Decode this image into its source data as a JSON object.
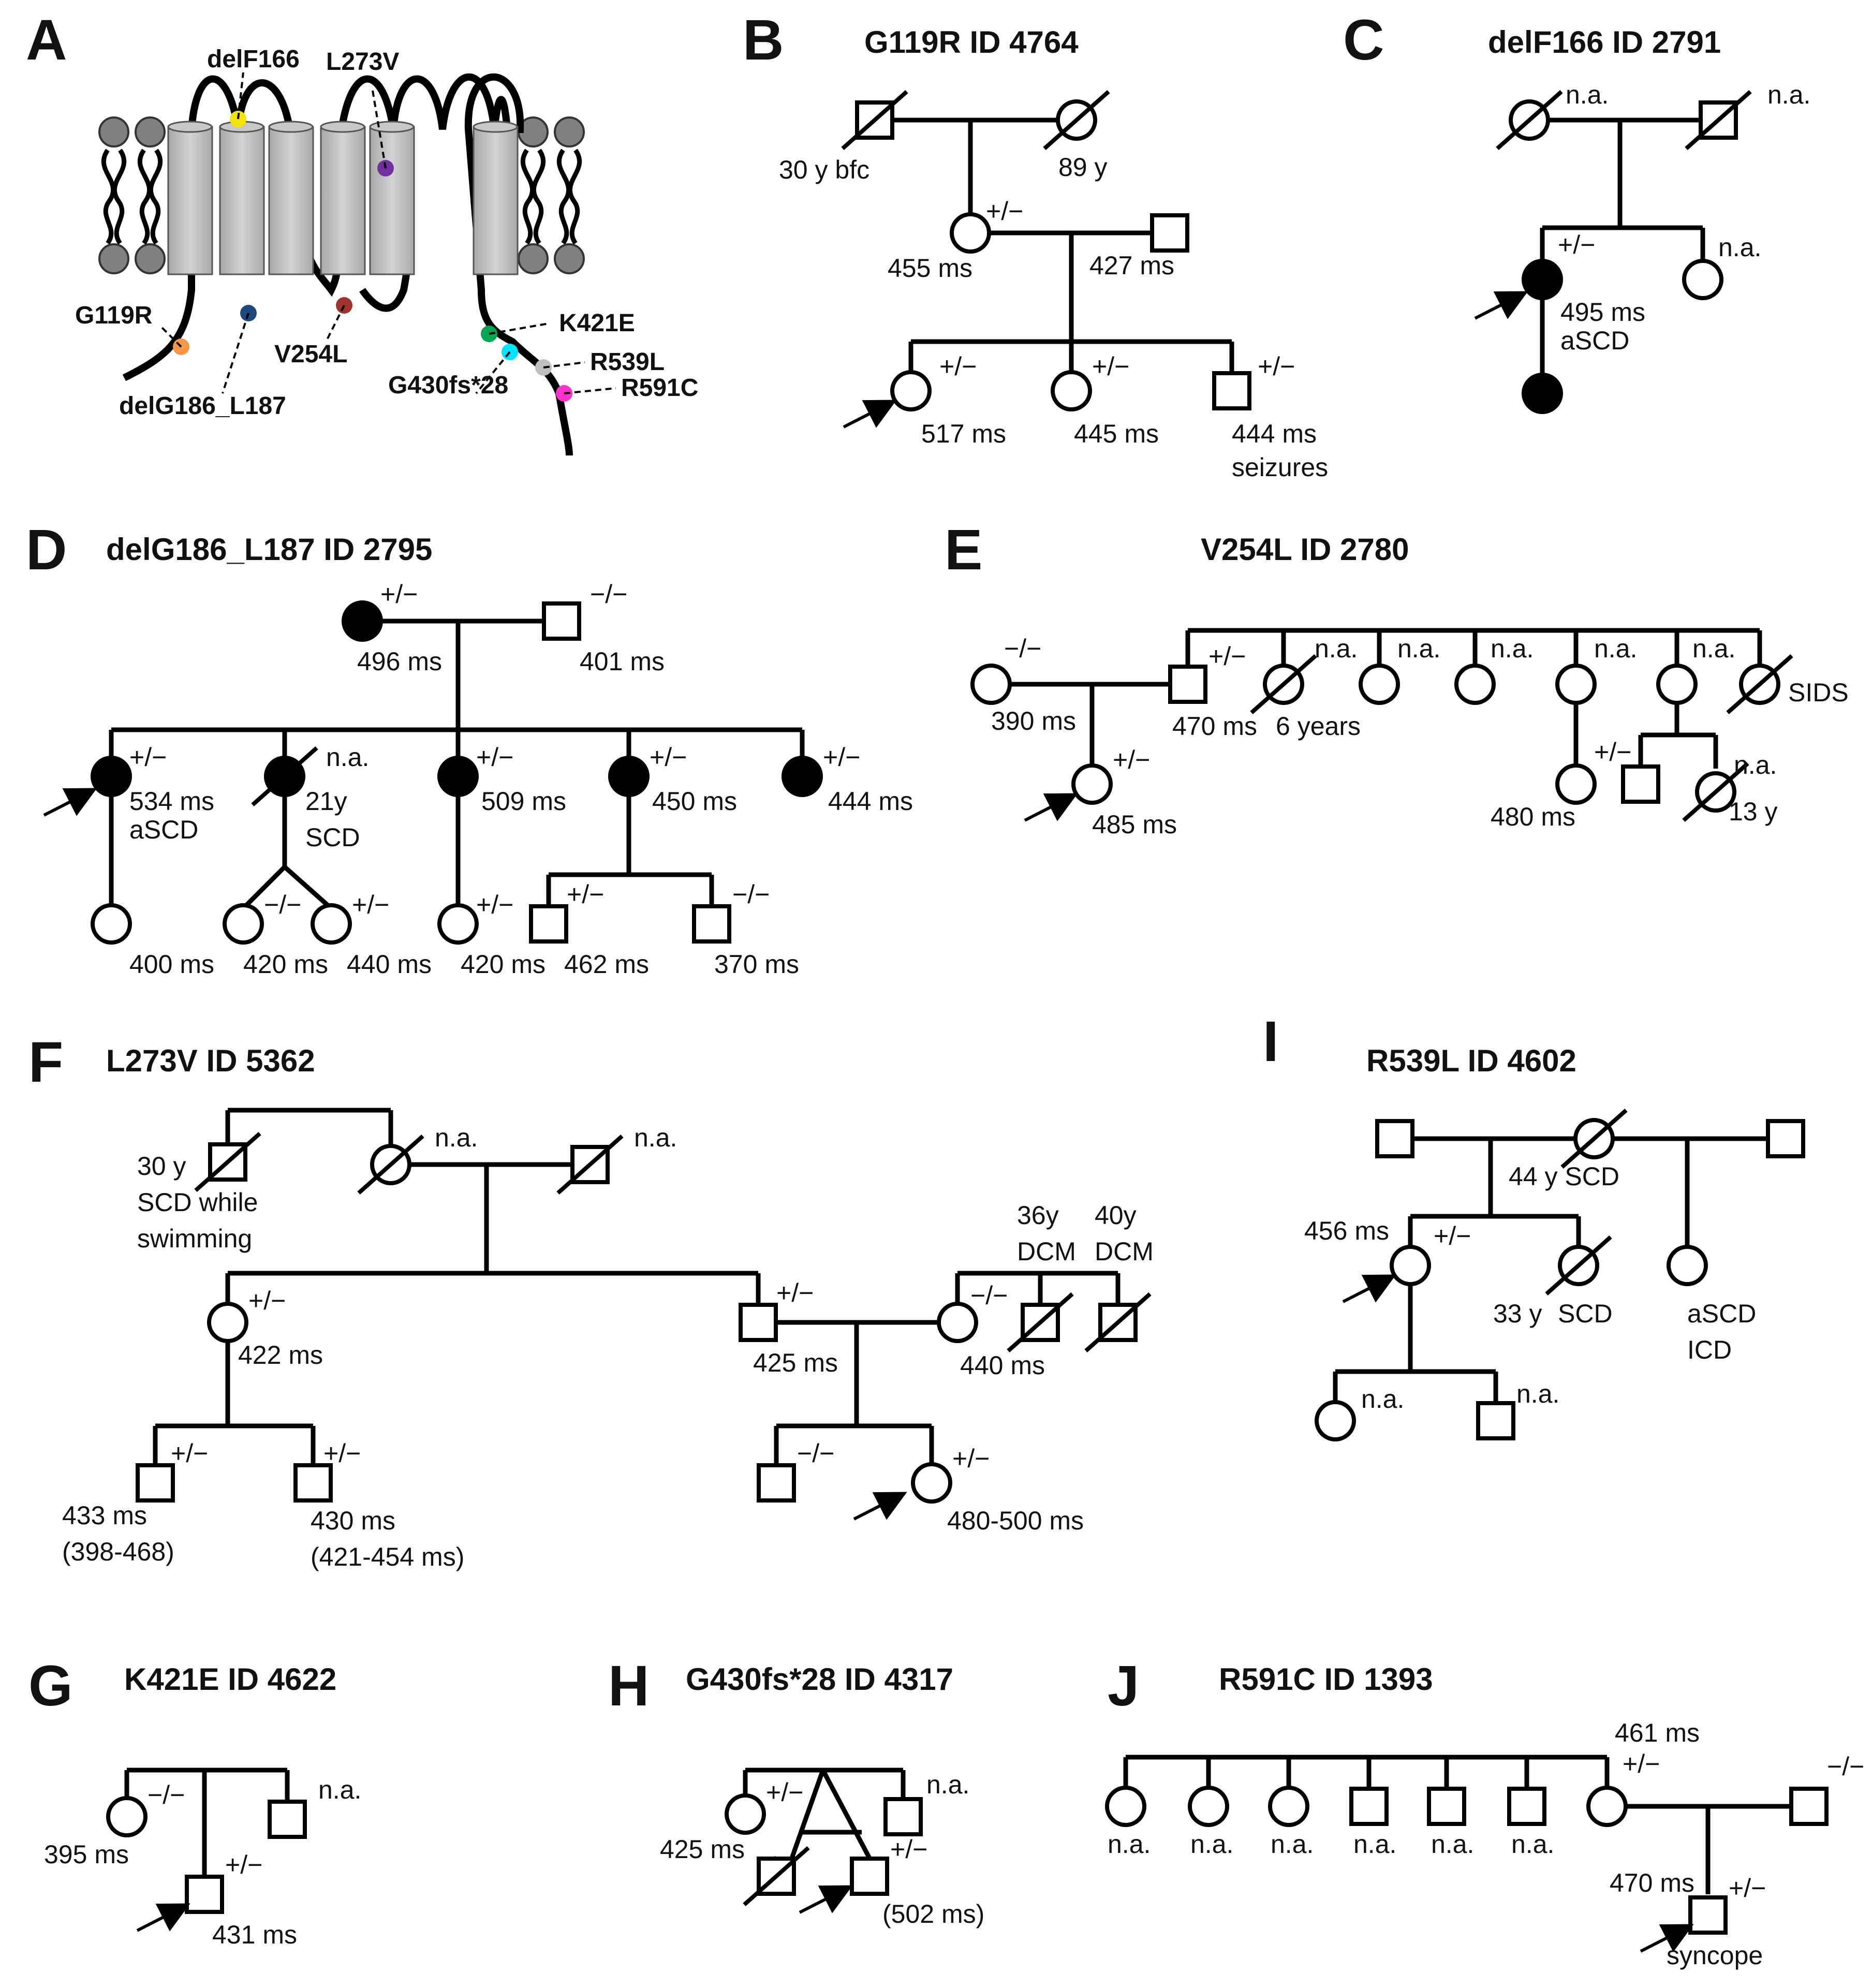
{
  "panels": {
    "A": {
      "letter": "A",
      "mutations": {
        "delF166": "delF166",
        "L273V": "L273V",
        "G119R": "G119R",
        "delG186_L187": "delG186_L187",
        "V254L": "V254L",
        "K421E": "K421E",
        "R539L": "R539L",
        "G430fs28": "G430fs*28",
        "R591C": "R591C"
      },
      "mutation_colors": {
        "delF166": "#f2e400",
        "L273V": "#7030a0",
        "G119R": "#f79646",
        "delG186_L187": "#1f497d",
        "V254L": "#a0332b",
        "K421E": "#00a651",
        "G430fs28": "#00e5ff",
        "R539L": "#bfbfbf",
        "R591C": "#ff33cc"
      }
    },
    "B": {
      "letter": "B",
      "title": "G119R ID 4764",
      "labels": {
        "gf": "30 y bfc",
        "gm": "89 y",
        "mother_g": "+/−",
        "mother": "455 ms",
        "father": "427 ms",
        "c1_g": "+/−",
        "c1": "517 ms",
        "c2_g": "+/−",
        "c2": "445 ms",
        "c3_g": "+/−",
        "c3": "444 ms",
        "c3b": "seizures"
      }
    },
    "C": {
      "letter": "C",
      "title": "delF166 ID 2791",
      "labels": {
        "gm": "n.a.",
        "gf": "n.a.",
        "p_g": "+/−",
        "p1": "495 ms",
        "p2": "aSCD",
        "sib": "n.a."
      }
    },
    "D": {
      "letter": "D",
      "title": "delG186_L187 ID 2795",
      "labels": {
        "gm_g": "+/−",
        "gm": "496 ms",
        "gf_g": "−/−",
        "gf": "401 ms",
        "c1_g": "+/−",
        "c1a": "534 ms",
        "c1b": "aSCD",
        "c2_g": "n.a.",
        "c2a": "21y",
        "c2b": "SCD",
        "c3_g": "+/−",
        "c3": "509 ms",
        "c4_g": "+/−",
        "c4": "450 ms",
        "c5_g": "+/−",
        "c5": "444 ms",
        "g1": "400 ms",
        "g2_g": "−/−",
        "g2": "420 ms",
        "g3_g": "+/−",
        "g3": "440 ms",
        "g4_g": "+/−",
        "g4": "420 ms",
        "g5_g": "+/−",
        "g5": "462 ms",
        "g6_g": "−/−",
        "g6": "370 ms"
      }
    },
    "E": {
      "letter": "E",
      "title": "V254L  ID 2780",
      "labels": {
        "mother_g": "−/−",
        "mother": "390 ms",
        "father_g": "+/−",
        "father": "470 ms",
        "proband_g": "+/−",
        "proband": "485 ms",
        "s1_g": "n.a.",
        "s1": "6 years",
        "s2_g": "n.a.",
        "s3_g": "n.a.",
        "s4_g": "n.a.",
        "s5_g": "n.a.",
        "s6": "SIDS",
        "n1_g": "+/−",
        "n1": "480 ms",
        "n3_g": "n.a.",
        "n3": "13 y"
      }
    },
    "F": {
      "letter": "F",
      "title": "L273V ID 5362",
      "labels": {
        "ggf1": "30 y",
        "ggf2": "SCD while",
        "ggf3": "swimming",
        "gm_g": "n.a.",
        "gf_g": "n.a.",
        "a_g": "+/−",
        "a": "422 ms",
        "f_g": "+/−",
        "f": "425 ms",
        "m_g": "−/−",
        "m": "440 ms",
        "u1a": "36y",
        "u1b": "DCM",
        "u2a": "40y",
        "u2b": "DCM",
        "k1_g": "+/−",
        "k1a": "433 ms",
        "k1b": "(398-468)",
        "k2_g": "+/−",
        "k2a": "430 ms",
        "k2b": "(421-454 ms)",
        "s_g": "−/−",
        "p_g": "+/−",
        "p": "480-500 ms"
      }
    },
    "G": {
      "letter": "G",
      "title": "K421E ID 4622",
      "labels": {
        "m_g": "−/−",
        "m": "395 ms",
        "u": "n.a.",
        "p_g": "+/−",
        "p": "431 ms"
      }
    },
    "H": {
      "letter": "H",
      "title": "G430fs*28 ID 4317",
      "labels": {
        "m_g": "+/−",
        "m": "425 ms",
        "u": "n.a.",
        "p_g": "+/−",
        "p": "(502 ms)"
      }
    },
    "I": {
      "letter": "I",
      "title": "R539L ID 4602",
      "labels": {
        "gm": "44 y SCD",
        "p_qt": "456 ms",
        "p_g": "+/−",
        "s1": "33 y",
        "s1b": "SCD",
        "h1": "aSCD",
        "h2": "ICD",
        "k1": "n.a.",
        "k2": "n.a."
      }
    },
    "J": {
      "letter": "J",
      "title": "R591C ID 1393",
      "labels": {
        "s": "n.a.",
        "m_qt": "461 ms",
        "m_g": "+/−",
        "f_g": "−/−",
        "p_qt": "470 ms",
        "p_g": "+/−",
        "p": "syncope"
      }
    }
  }
}
